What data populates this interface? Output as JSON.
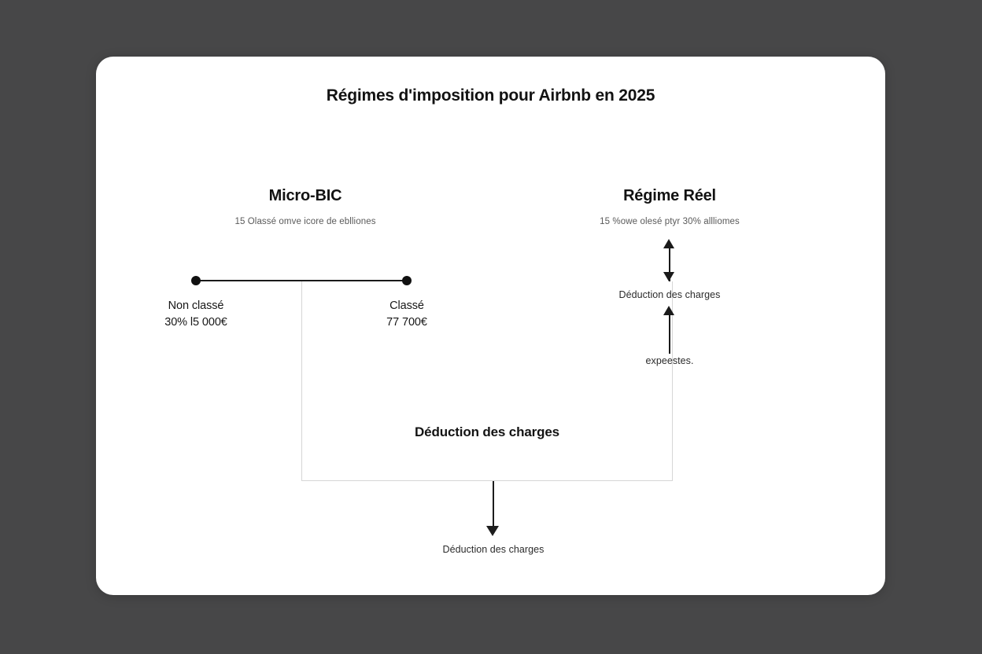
{
  "canvas": {
    "background_color": "#474748",
    "card_background": "#ffffff"
  },
  "diagram": {
    "title": "Régimes d'imposition pour Airbnb en 2025",
    "type": "flow-diagram",
    "accent_color": "#111111",
    "muted_line_color": "#d6d6d6",
    "columns": [
      {
        "id": "micro-bic",
        "title": "Micro-BIC",
        "subtitle": "15 Olassé omve icore de eblliones",
        "nodes": [
          {
            "id": "non-classe",
            "label": "Non classé",
            "value": "30% l5 000€",
            "marker": "dot"
          },
          {
            "id": "classe",
            "label": "Classé",
            "value": "77 700€",
            "marker": "dot"
          }
        ],
        "caption": "Déduction des charges",
        "outcome": "Déduction des charges"
      },
      {
        "id": "regime-reel",
        "title": "Régime Réel",
        "subtitle": "15 %owe olesé ptyr 30% allliomes",
        "arrows": [
          {
            "id": "double-arrow",
            "direction": "up-down"
          },
          {
            "id": "single-arrow",
            "direction": "up"
          }
        ],
        "mid_label": "Déduction des charges",
        "bottom_label": "expeestes."
      }
    ]
  }
}
